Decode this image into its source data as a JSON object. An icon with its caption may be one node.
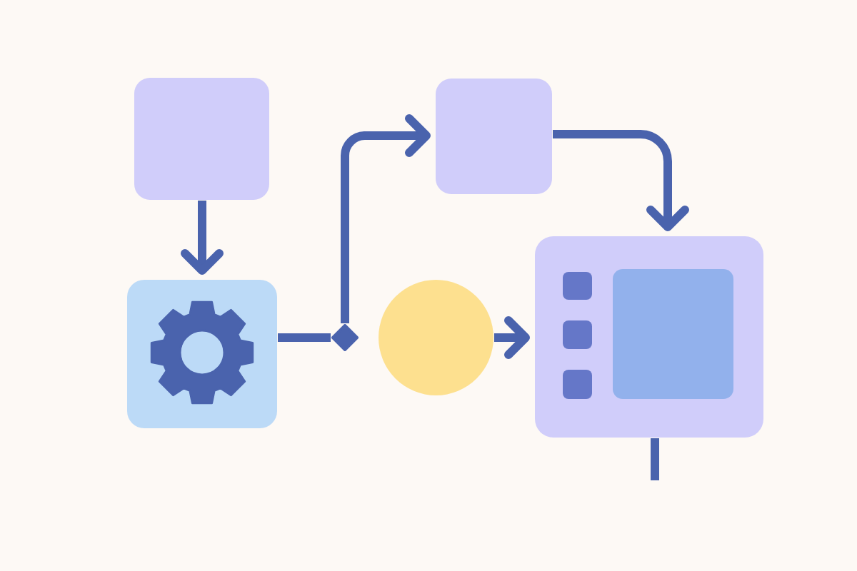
{
  "diagram": {
    "nodes": [
      {
        "text": [],
        "shape": "box"
      },
      {
        "text": [],
        "shape": "box"
      },
      {
        "text": [],
        "shape": "diamond"
      },
      {
        "text": [],
        "shape": "box"
      },
      {
        "text": [],
        "shape": "circle"
      },
      {
        "text": [],
        "shape": "box"
      }
    ],
    "edges": [
      {
        "from": 0,
        "to": 1,
        "arrow": "to"
      },
      {
        "from": 1,
        "to": 2,
        "arrow": "none"
      },
      {
        "from": 2,
        "to": 3,
        "arrow": "to"
      },
      {
        "from": 3,
        "to": 5,
        "arrow": "to"
      },
      {
        "from": 4,
        "to": 5,
        "arrow": "to"
      },
      {
        "from": 5,
        "to": null,
        "arrow": "none"
      }
    ]
  }
}
